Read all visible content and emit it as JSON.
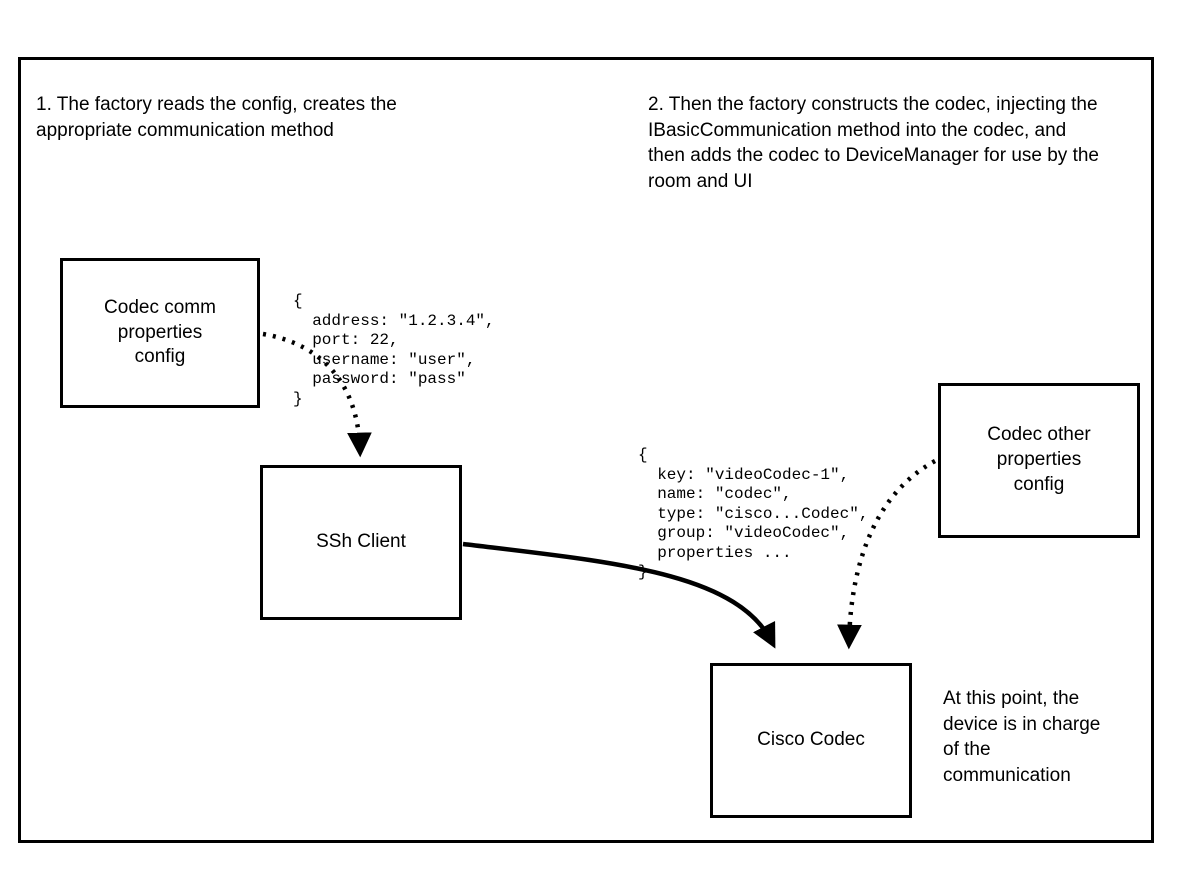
{
  "diagram": {
    "notes": {
      "step1": "1. The factory reads the config, creates the appropriate communication method",
      "step2": "2. Then the factory constructs the codec, injecting the IBasicCommunication method into the codec, and then adds the codec to DeviceManager for use by the room and UI",
      "final": "At this point, the device is in charge of the communication"
    },
    "boxes": {
      "codec_comm_config": "Codec comm properties config",
      "ssh_client": "SSh Client",
      "codec_other_config": "Codec other properties config",
      "cisco_codec": "Cisco Codec"
    },
    "snippets": {
      "comm_properties": "{\n  address: \"1.2.3.4\",\n  port: 22,\n  username: \"user\",\n  password: \"pass\"\n}",
      "codec_properties": "{\n  key: \"videoCodec-1\",\n  name: \"codec\",\n  type: \"cisco...Codec\",\n  group: \"videoCodec\",\n  properties ...\n}"
    },
    "colors": {
      "stroke": "#000000",
      "background": "#ffffff"
    }
  }
}
